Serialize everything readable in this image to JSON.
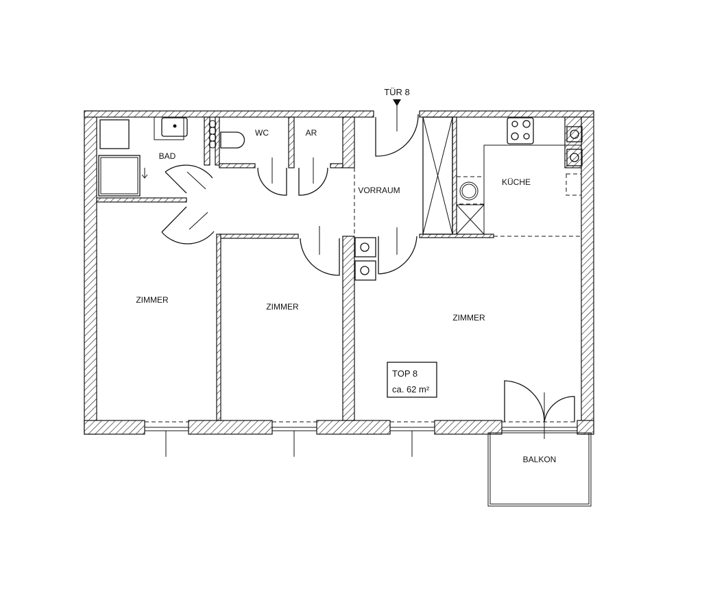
{
  "plan": {
    "entrance_label": "TÜR 8",
    "unit_label": "TOP 8",
    "area_label": "ca. 62 m²",
    "rooms": {
      "bad": "BAD",
      "wc": "WC",
      "ar": "AR",
      "vorraum": "VORRAUM",
      "kueche": "KÜCHE",
      "zimmer1": "ZIMMER",
      "zimmer2": "ZIMMER",
      "zimmer3": "ZIMMER",
      "balkon": "BALKON"
    },
    "colors": {
      "line": "#111111",
      "background": "#ffffff"
    }
  }
}
